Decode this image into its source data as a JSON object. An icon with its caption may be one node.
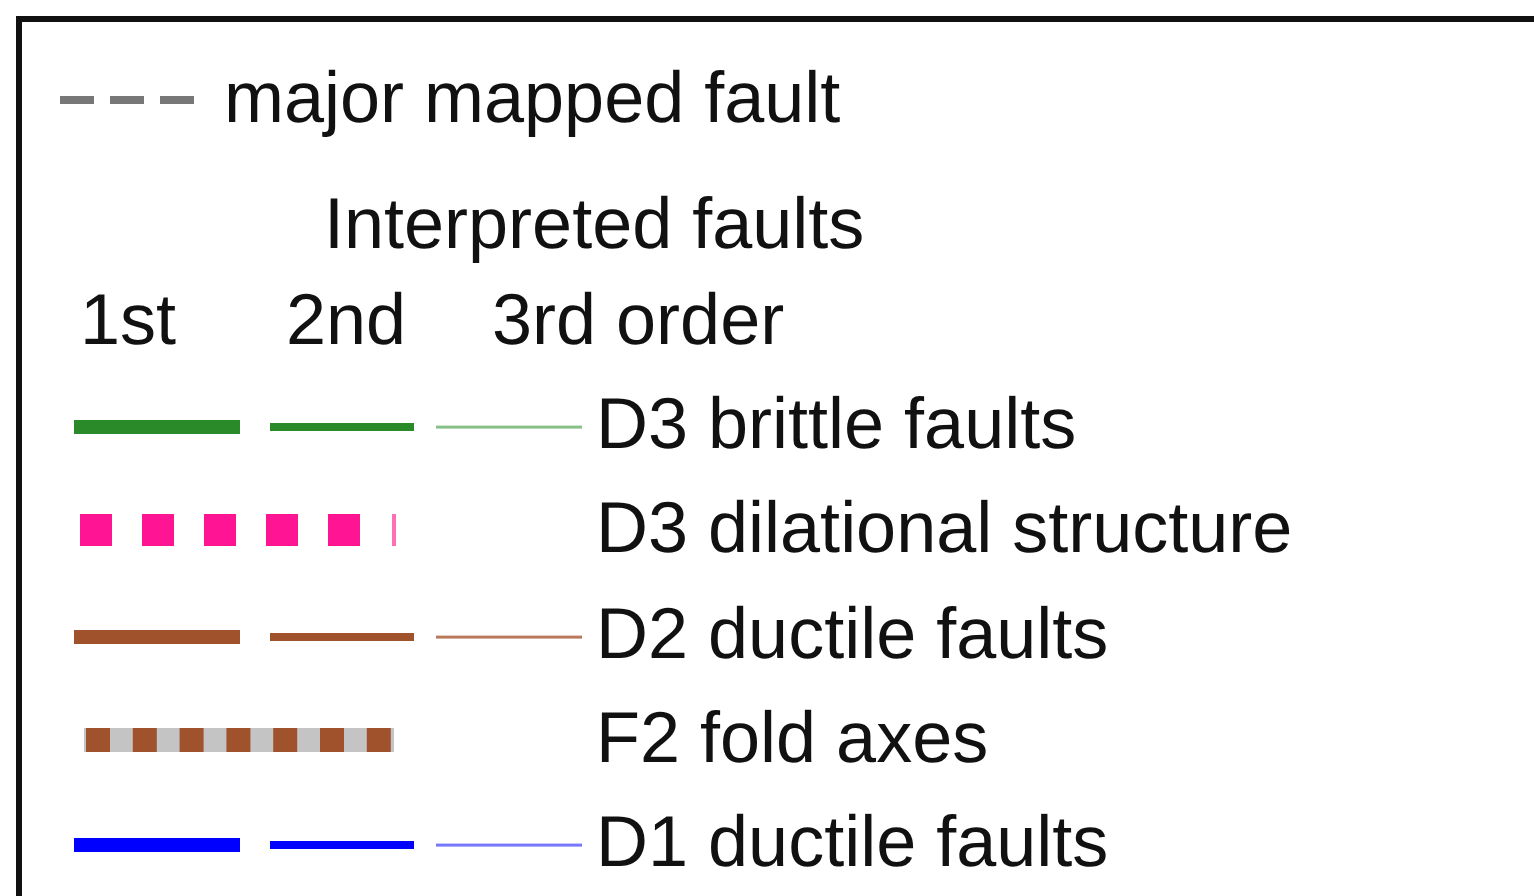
{
  "diagram": {
    "labels": [
      "Interpreted faults",
      "1st",
      "2nd",
      "3rd order"
    ],
    "legend": [
      {
        "text": "major mapped fault"
      },
      {
        "text": "D3 brittle faults"
      },
      {
        "text": "D3 dilational structure"
      },
      {
        "text": "D2 ductile faults"
      },
      {
        "text": "F2 fold axes"
      },
      {
        "text": "D1 ductile faults"
      }
    ]
  }
}
